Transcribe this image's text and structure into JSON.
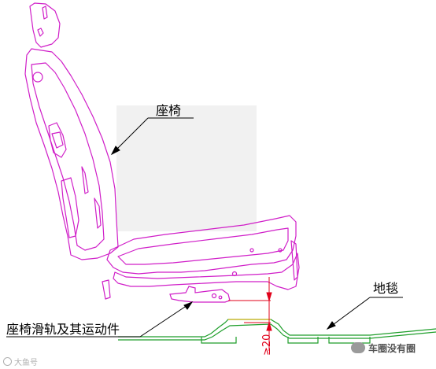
{
  "labels": {
    "seat": "座椅",
    "carpet": "地毯",
    "slide_rail": "座椅滑轨及其运动件",
    "dimension": "≥20"
  },
  "watermarks": {
    "left": "大鱼号",
    "right": "车圈没有圈"
  },
  "colors": {
    "seat": "#d01ec8",
    "carpet_floor": "#1e9e2a",
    "dimension": "#e0001a",
    "leader": "#000000",
    "floor_highlight": "#d8c040"
  }
}
